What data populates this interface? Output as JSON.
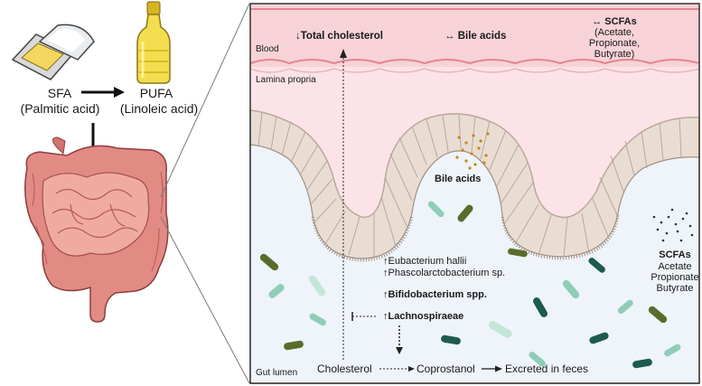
{
  "left": {
    "sfa_line1": "SFA",
    "sfa_line2": "(Palmitic acid)",
    "pufa_line1": "PUFA",
    "pufa_line2": "(Linoleic acid)"
  },
  "blood": {
    "label": "Blood",
    "total_cholesterol": "↓Total cholesterol",
    "bile_acids": "↔ Bile acids",
    "scfa_title": "↔ SCFAs",
    "scfa_line2": "(Acetate,",
    "scfa_line3": "Propionate,",
    "scfa_line4": "Butyrate)"
  },
  "lamina": {
    "label": "Lamina propria"
  },
  "lumen": {
    "label": "Gut lumen",
    "bile_acids": "Bile acids",
    "scfas": [
      "SCFAs",
      "Acetate",
      "Propionate",
      "Butyrate"
    ],
    "bacteria": [
      "↑Eubacterium hallii",
      "↑Phascolarctobacterium sp.",
      "↑Bifidobacterium spp.",
      "↑Lachnospiraeae"
    ],
    "cholesterol": "Cholesterol",
    "coprostanol": "Coprostanol",
    "excreted": "Excreted in feces"
  },
  "colors": {
    "blood_bg": "#f7d3d8",
    "lamina_bg": "#fbe3e7",
    "lumen_bg": "#eef4f9",
    "cell": "#e9ddd3",
    "cell_border": "#b9a89b",
    "frame": "#333333",
    "dark_green": "#1d5a50",
    "olive": "#5b6b2b",
    "mint": "#8fcdb8"
  }
}
